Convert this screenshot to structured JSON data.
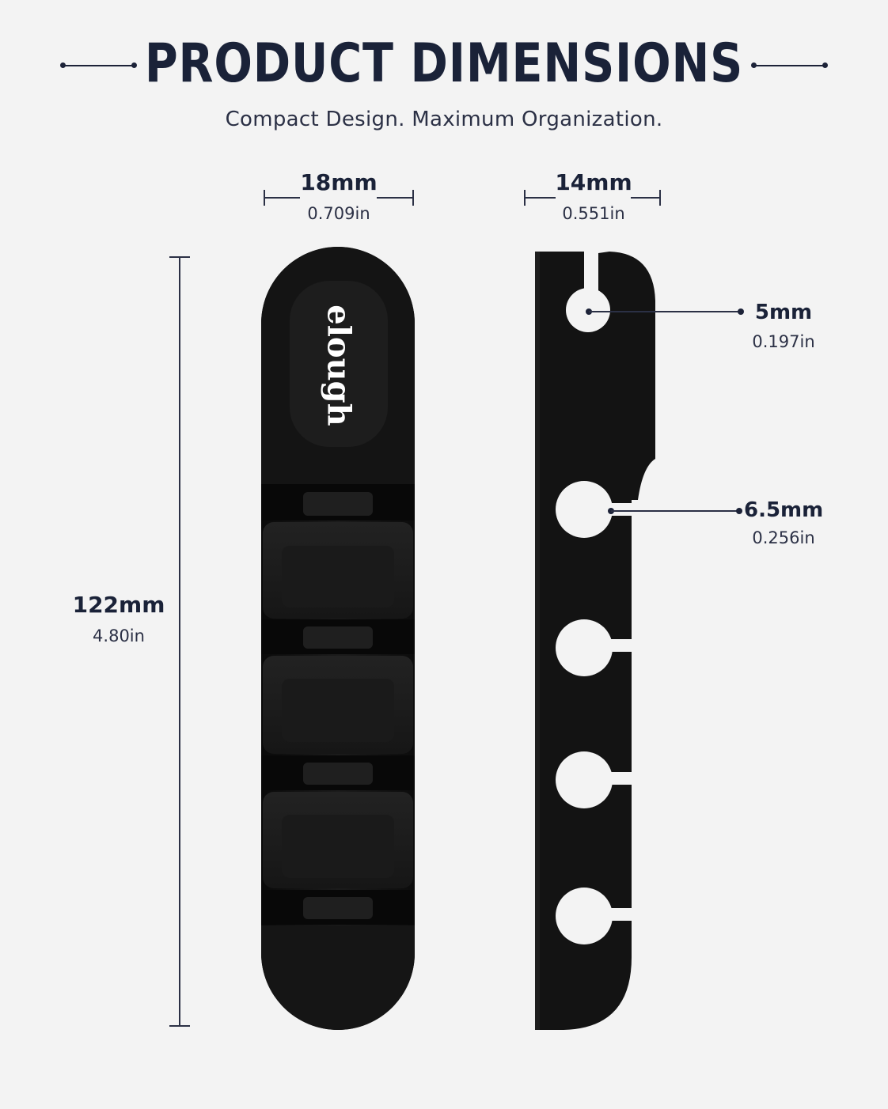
{
  "header": {
    "title": "PRODUCT DIMENSIONS",
    "subtitle": "Compact Design. Maximum Organization."
  },
  "front_view": {
    "width_mm": "18mm",
    "width_in": "0.709in",
    "height_mm": "122mm",
    "height_in": "4.80in",
    "logo_text": "elough"
  },
  "side_view": {
    "depth_mm": "14mm",
    "depth_in": "0.551in",
    "slot_small_mm": "5mm",
    "slot_small_in": "0.197in",
    "slot_large_mm": "6.5mm",
    "slot_large_in": "0.256in"
  },
  "colors": {
    "background": "#f3f3f3",
    "text": "#1a2238",
    "product": "#121212"
  }
}
